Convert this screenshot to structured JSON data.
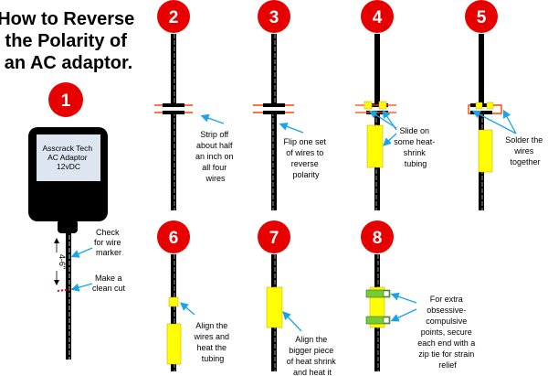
{
  "title": [
    "How to Reverse",
    "the Polarity of",
    "an AC adaptor."
  ],
  "colors": {
    "step_circle": "#e60000",
    "tubing": "#ffff00",
    "arrow": "#1aa3e8",
    "wire_end": "#ff4400"
  },
  "adaptor_label": [
    "Asscrack Tech",
    "AC Adaptor",
    "12vDC"
  ],
  "measure": "4-6\"",
  "steps": [
    {
      "number": "1",
      "captions": [
        [
          "Check",
          "for wire",
          "marker"
        ],
        [
          "Make a",
          "clean cut"
        ]
      ]
    },
    {
      "number": "2",
      "caption": [
        "Strip off",
        "about half",
        "an inch on",
        "all four",
        "wires"
      ]
    },
    {
      "number": "3",
      "caption": [
        "Flip one set",
        "of wires to",
        "reverse",
        "polarity"
      ]
    },
    {
      "number": "4",
      "caption": [
        "Slide on",
        "some heat-",
        "shrink",
        "tubing"
      ]
    },
    {
      "number": "5",
      "caption": [
        "Solder the",
        "wires",
        "together"
      ]
    },
    {
      "number": "6",
      "caption": [
        "Align the",
        "wires and",
        "heat the",
        "tubing"
      ]
    },
    {
      "number": "7",
      "caption": [
        "Align the",
        "bigger piece",
        "of heat shrink",
        "and heat it"
      ]
    },
    {
      "number": "8",
      "caption": [
        "For extra",
        "obsessive-",
        "compulsive",
        "points, secure",
        "each end with a",
        "zip tie for strain",
        "relief"
      ]
    }
  ]
}
